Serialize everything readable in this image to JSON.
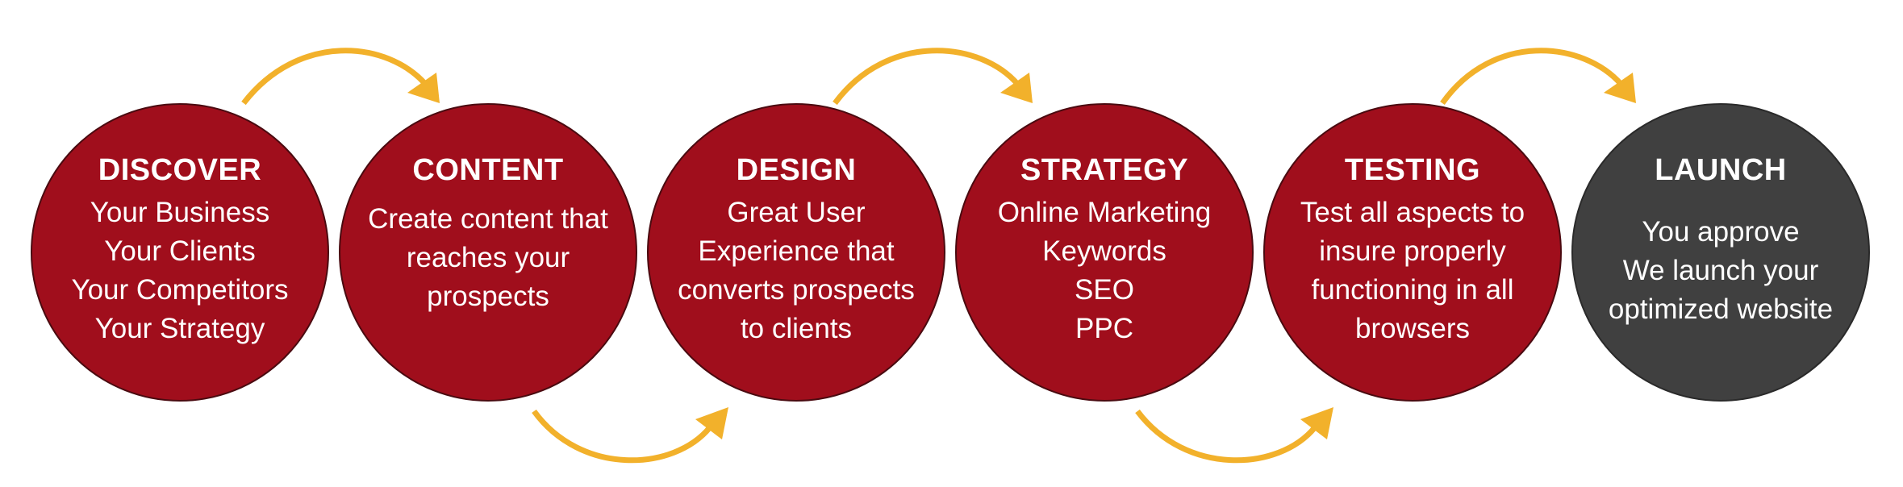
{
  "colors": {
    "step_fill": "#a00e1c",
    "final_fill": "#404040",
    "arrow": "#f2b12b",
    "text": "#ffffff"
  },
  "steps": [
    {
      "title": "DISCOVER",
      "lines": [
        "Your Business",
        "Your Clients",
        "Your Competitors",
        "Your Strategy"
      ]
    },
    {
      "title": "CONTENT",
      "lines": [
        "Create content that",
        "reaches your",
        "prospects"
      ]
    },
    {
      "title": "DESIGN",
      "lines": [
        "Great User",
        "Experience that",
        "converts prospects",
        "to clients"
      ]
    },
    {
      "title": "STRATEGY",
      "lines": [
        "Online Marketing",
        "Keywords",
        "SEO",
        "PPC"
      ]
    },
    {
      "title": "TESTING",
      "lines": [
        "Test all aspects to",
        "insure properly",
        "functioning in all",
        "browsers"
      ]
    },
    {
      "title": "LAUNCH",
      "lines": [
        "You approve",
        "We launch your",
        "optimized website"
      ]
    }
  ]
}
